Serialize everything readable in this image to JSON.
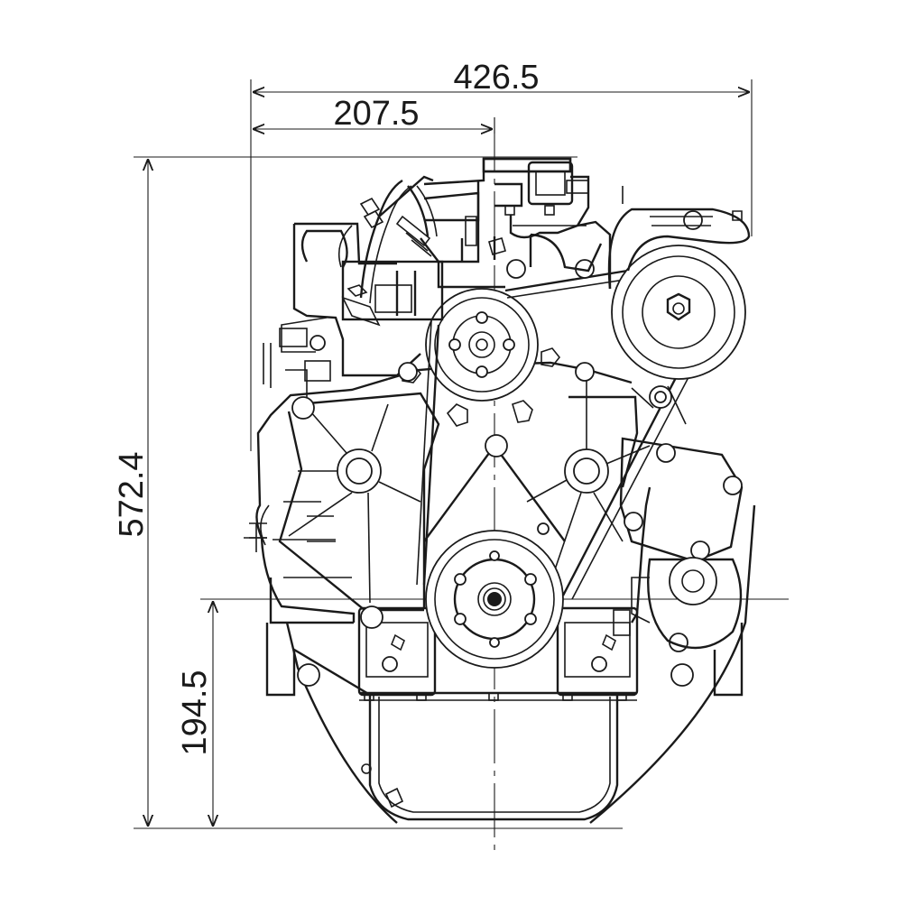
{
  "dimensions": {
    "overall_width": "426.5",
    "crank_to_left": "207.5",
    "overall_height": "572.4",
    "crank_height": "194.5"
  },
  "colors": {
    "line": "#1a1a1a",
    "background": "#ffffff"
  }
}
